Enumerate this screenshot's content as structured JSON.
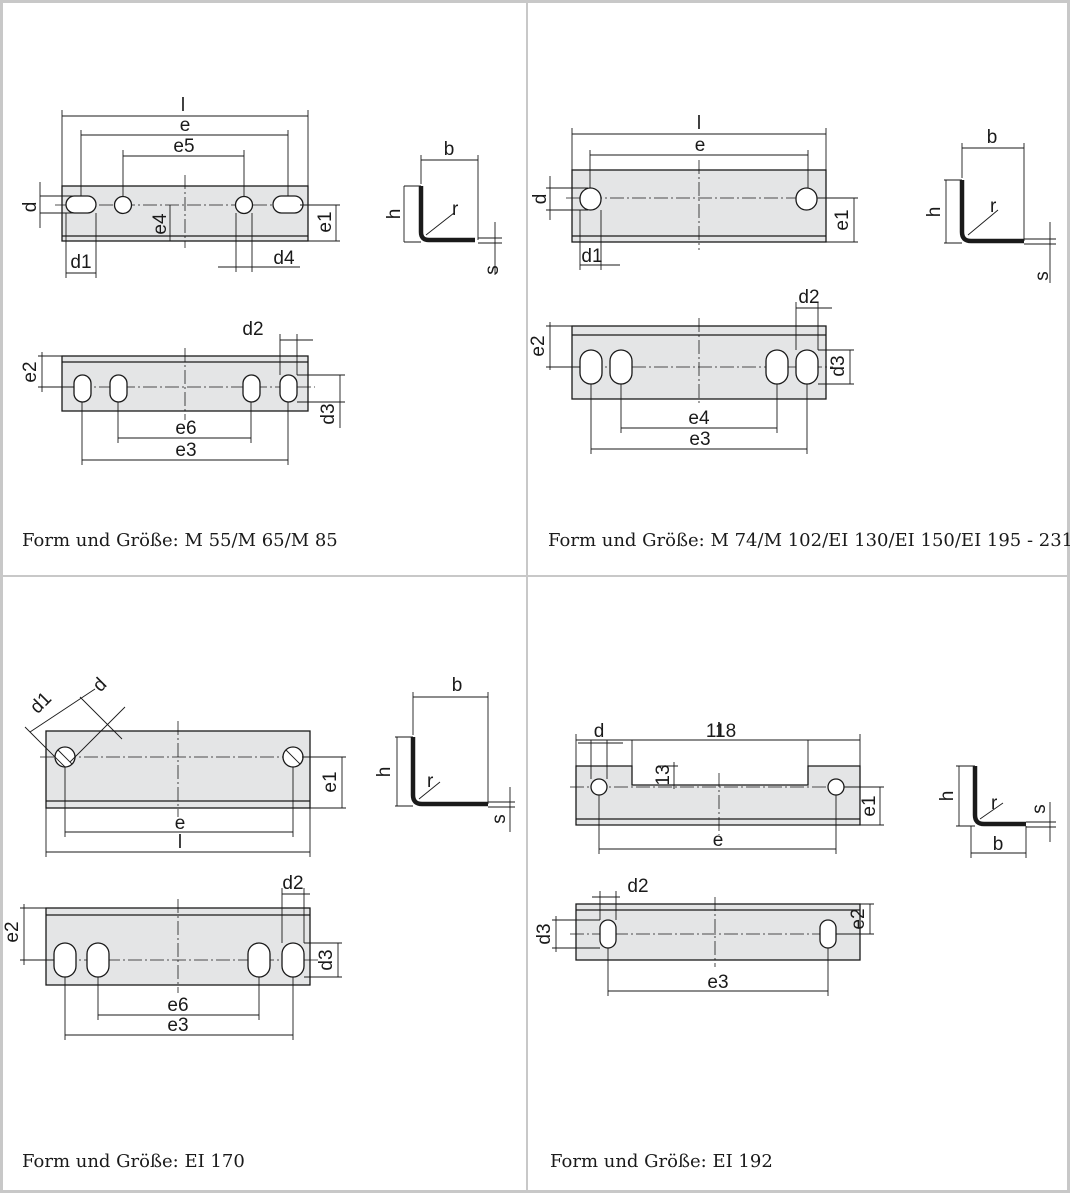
{
  "panels": [
    {
      "caption": "Form und Größe: M 55/M 65/M 85",
      "labels": {
        "l": "l",
        "e": "e",
        "e5": "e5",
        "d": "d",
        "e4": "e4",
        "e1": "e1",
        "d1": "d1",
        "d4": "d4",
        "b": "b",
        "h": "h",
        "r": "r",
        "s": "s",
        "d2": "d2",
        "e2": "e2",
        "e6": "e6",
        "e3": "e3",
        "d3": "d3"
      }
    },
    {
      "caption": "Form und Größe: M 74/M 102/EI 130/EI 150/EI 195 - 231",
      "labels": {
        "l": "l",
        "e": "e",
        "d": "d",
        "e1": "e1",
        "d1": "d1",
        "b": "b",
        "h": "h",
        "r": "r",
        "s": "s",
        "d2": "d2",
        "e2": "e2",
        "d3": "d3",
        "e4": "e4",
        "e3": "e3"
      }
    },
    {
      "caption": "Form und Größe: EI 170",
      "labels": {
        "d1": "d1",
        "d": "d",
        "e1": "e1",
        "e": "e",
        "l": "l",
        "b": "b",
        "h": "h",
        "r": "r",
        "s": "s",
        "d2": "d2",
        "e2": "e2",
        "d3": "d3",
        "e6": "e6",
        "e3": "e3"
      }
    },
    {
      "caption": "Form und Größe: EI 192",
      "labels": {
        "l": "l",
        "d": "d",
        "w118": "118",
        "w13": "13",
        "e1": "e1",
        "e": "e",
        "h": "h",
        "r": "r",
        "s": "s",
        "b": "b",
        "d2": "d2",
        "d3": "d3",
        "e2": "e2",
        "e3": "e3"
      }
    }
  ]
}
